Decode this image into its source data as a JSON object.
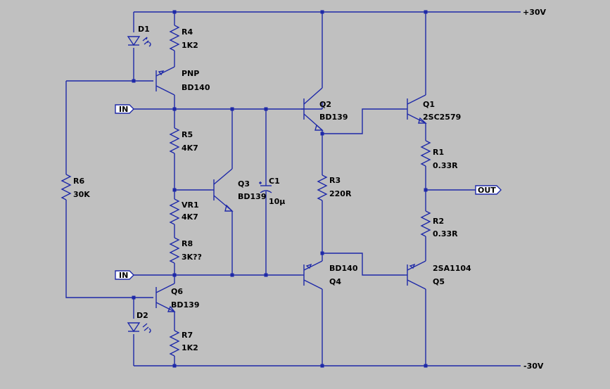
{
  "rails": {
    "positive": "+30V",
    "negative": "-30V"
  },
  "ports": {
    "in_top": "IN",
    "in_bottom": "IN",
    "out": "OUT"
  },
  "components": {
    "d1": {
      "ref": "D1"
    },
    "d2": {
      "ref": "D2"
    },
    "r4": {
      "ref": "R4",
      "value": "1K2"
    },
    "r5": {
      "ref": "R5",
      "value": "4K7"
    },
    "r6": {
      "ref": "R6",
      "value": "30K"
    },
    "r7": {
      "ref": "R7",
      "value": "1K2"
    },
    "r8": {
      "ref": "R8",
      "value": "3K??"
    },
    "vr1": {
      "ref": "VR1",
      "value": "4K7"
    },
    "r3": {
      "ref": "R3",
      "value": "220R"
    },
    "r1": {
      "ref": "R1",
      "value": "0.33R"
    },
    "r2": {
      "ref": "R2",
      "value": "0.33R"
    },
    "c1": {
      "ref": "C1",
      "value": "10µ"
    },
    "q_pnp": {
      "ref": "PNP",
      "value": "BD140"
    },
    "q6": {
      "ref": "Q6",
      "value": "BD139"
    },
    "q3": {
      "ref": "Q3",
      "value": "BD139"
    },
    "q2": {
      "ref": "Q2",
      "value": "BD139"
    },
    "q4": {
      "ref": "Q4",
      "value": "BD140"
    },
    "q1": {
      "ref": "Q1",
      "value": "2SC2579"
    },
    "q5": {
      "ref": "Q5",
      "value": "2SA1104"
    }
  }
}
